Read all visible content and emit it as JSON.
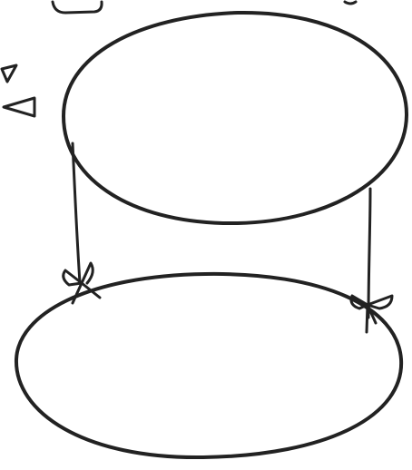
{
  "diagram": {
    "style": "hand-drawn sketch",
    "colors": {
      "ink": "#222222",
      "background": "#ffffff"
    },
    "shapes": [
      {
        "kind": "ellipse",
        "role": "upper oval"
      },
      {
        "kind": "ellipse",
        "role": "lower oval"
      },
      {
        "kind": "connector-line",
        "role": "left connector"
      },
      {
        "kind": "connector-line",
        "role": "right connector"
      },
      {
        "kind": "bow-icon",
        "role": "left bow"
      },
      {
        "kind": "bow-icon",
        "role": "right bow"
      },
      {
        "kind": "triangle-icon",
        "role": "left-edge marks"
      }
    ]
  }
}
